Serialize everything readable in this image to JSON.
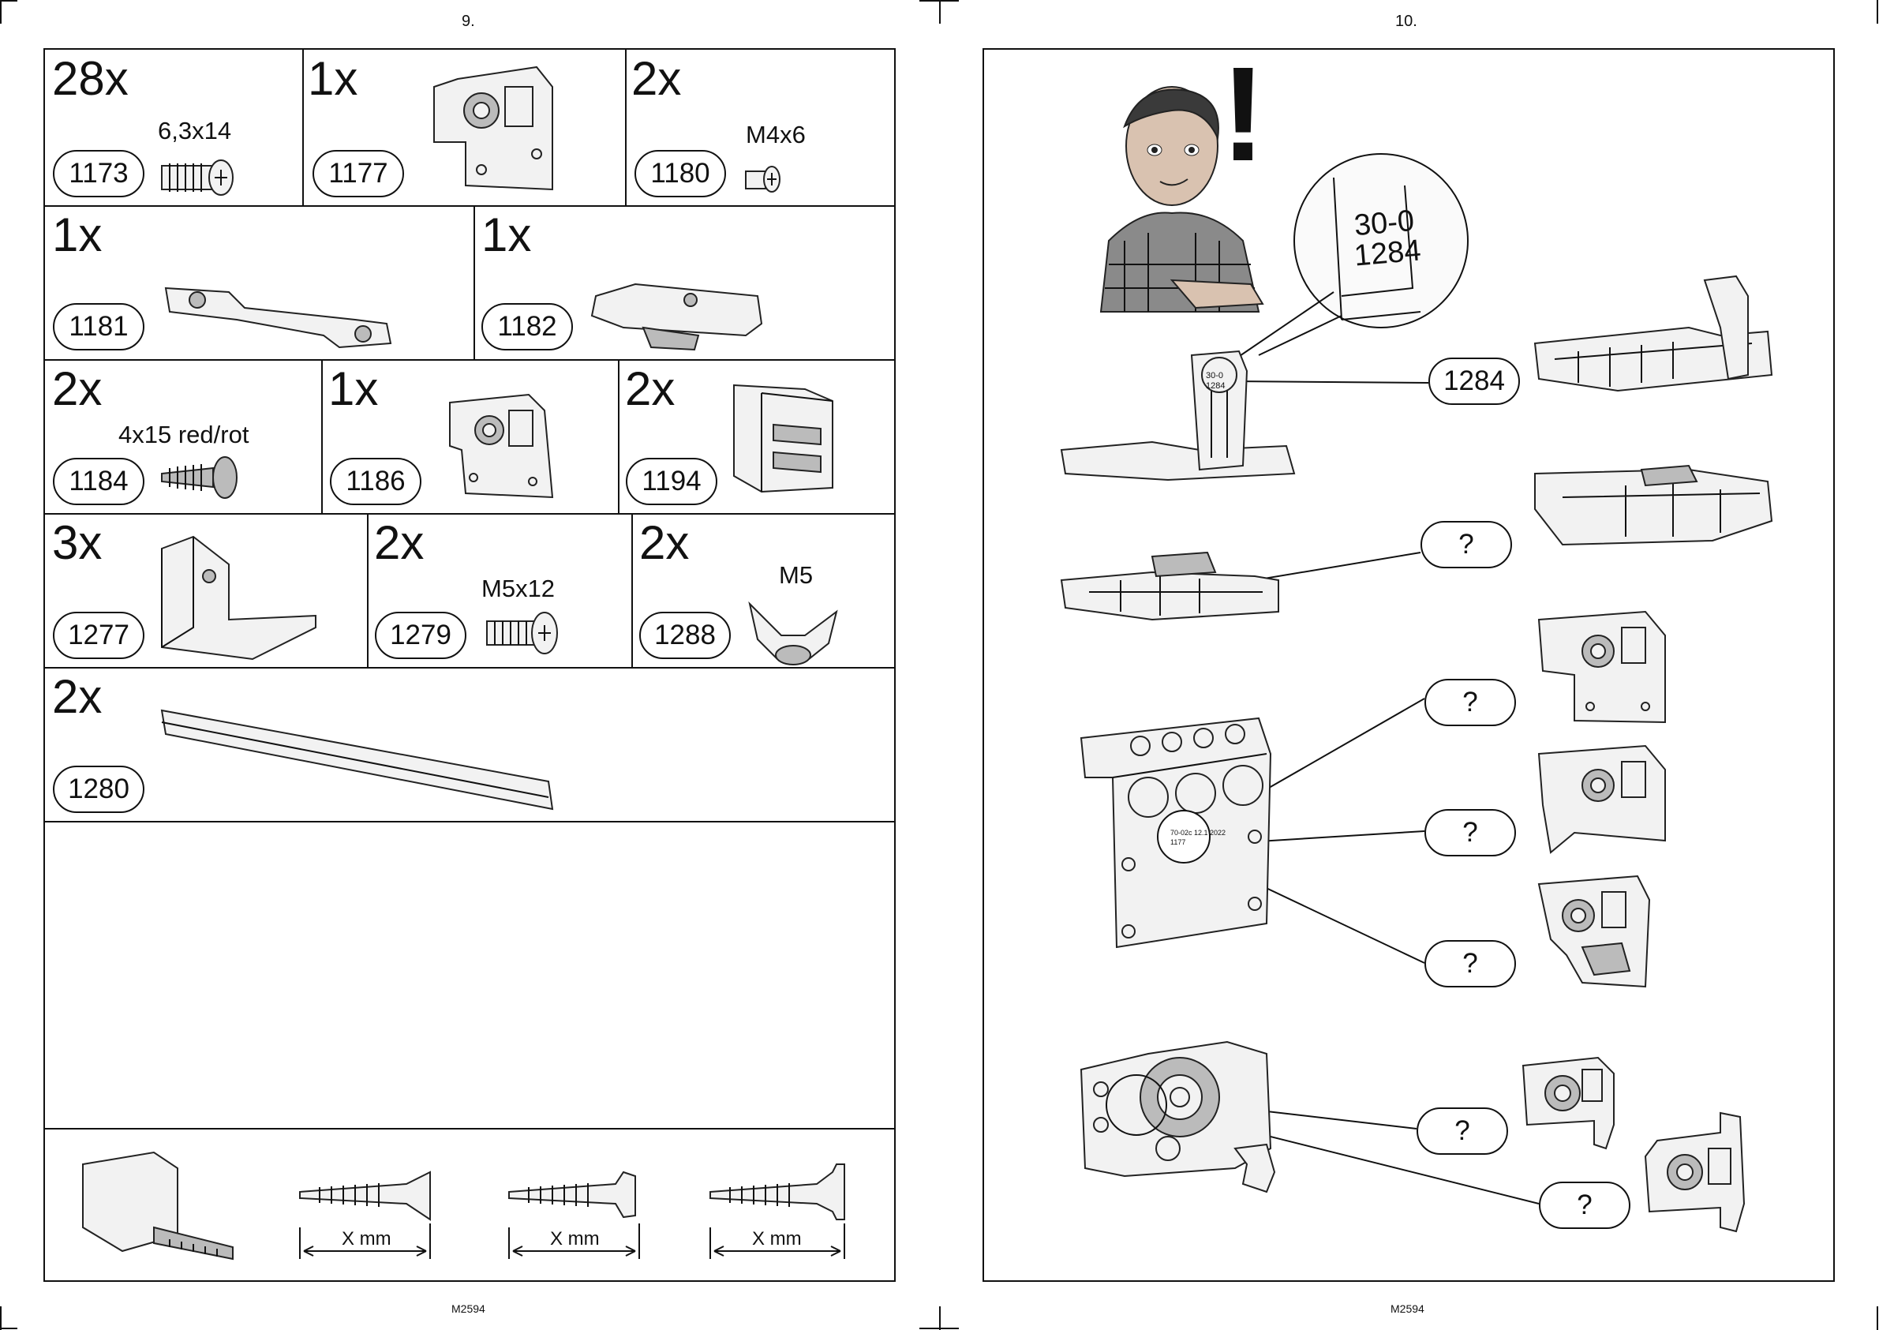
{
  "left_page": {
    "page_number": "9.",
    "footer": "M2594",
    "parts": [
      {
        "qty": "28x",
        "spec": "6,3x14",
        "id": "1173"
      },
      {
        "qty": "1x",
        "spec": "",
        "id": "1177"
      },
      {
        "qty": "2x",
        "spec": "M4x6",
        "id": "1180"
      },
      {
        "qty": "1x",
        "spec": "",
        "id": "1181"
      },
      {
        "qty": "1x",
        "spec": "",
        "id": "1182"
      },
      {
        "qty": "2x",
        "spec": "4x15 red/rot",
        "id": "1184"
      },
      {
        "qty": "1x",
        "spec": "",
        "id": "1186"
      },
      {
        "qty": "2x",
        "spec": "",
        "id": "1194"
      },
      {
        "qty": "3x",
        "spec": "",
        "id": "1277"
      },
      {
        "qty": "2x",
        "spec": "M5x12",
        "id": "1279"
      },
      {
        "qty": "2x",
        "spec": "M5",
        "id": "1288"
      },
      {
        "qty": "2x",
        "spec": "",
        "id": "1280"
      }
    ],
    "measure_labels": [
      "X mm",
      "X mm",
      "X mm"
    ]
  },
  "right_page": {
    "page_number": "10.",
    "footer": "M2594",
    "exclamation": "!",
    "zoom_text": [
      "30-0",
      "1284"
    ],
    "callouts": {
      "main": "1284",
      "q1": "?",
      "q2": "?",
      "q3": "?",
      "q4": "?",
      "q5": "?",
      "q6": "?"
    },
    "small_labels": {
      "label_1177": [
        "70-02c 12.1 2022",
        "1177"
      ],
      "part_small": [
        "30-0",
        "1284"
      ]
    }
  }
}
